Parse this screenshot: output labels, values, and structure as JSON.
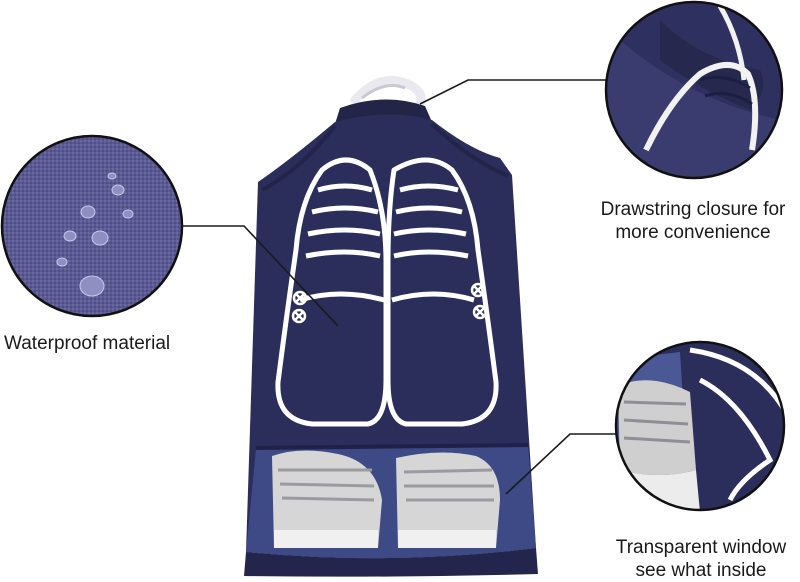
{
  "callouts": {
    "waterproof": {
      "label": "Waterproof material"
    },
    "drawstring": {
      "line1": "Drawstring closure for",
      "line2": "more convenience"
    },
    "window": {
      "line1": "Transparent window",
      "line2": "see what inside"
    }
  },
  "colors": {
    "bag": "#2b2d5a",
    "bag_dark": "#1f2148",
    "print": "#ffffff",
    "fabric_closeup": "#5c5a92",
    "window": "#3d4a86",
    "sneaker": "#d6d6d6"
  }
}
